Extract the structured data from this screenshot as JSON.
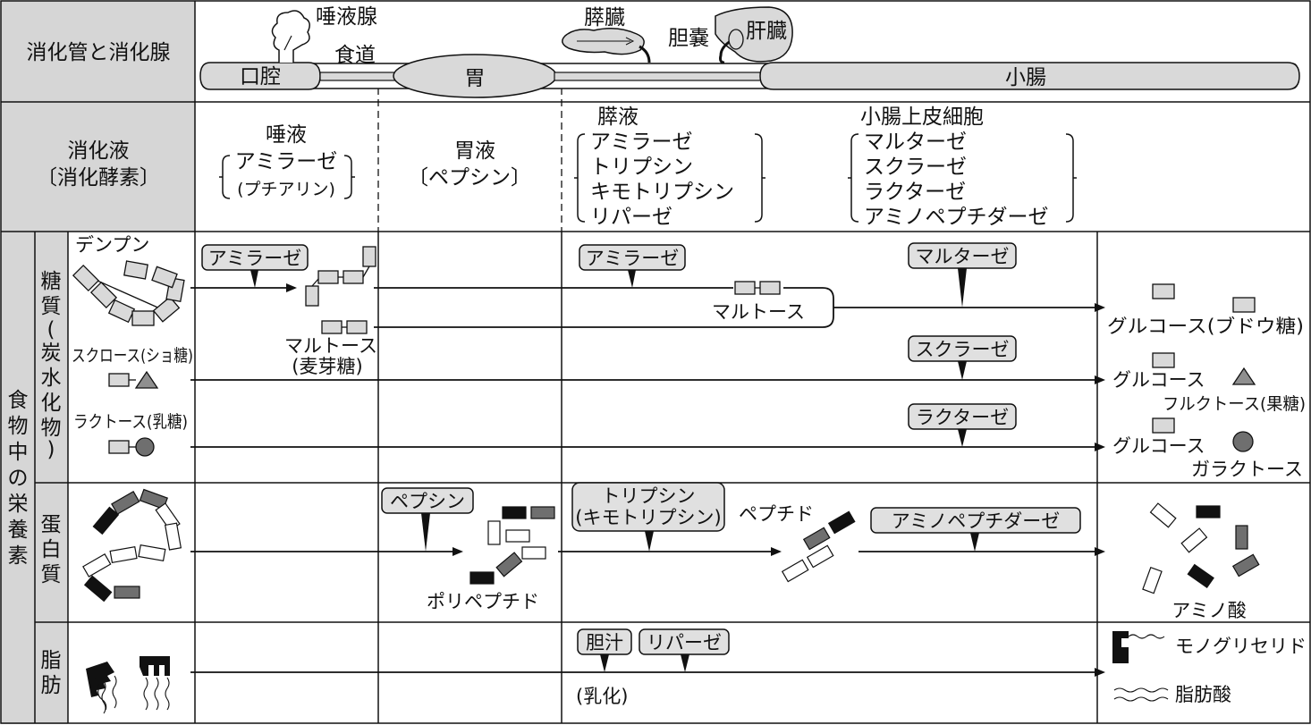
{
  "headers": {
    "canal": "消化管と消化腺",
    "fluid_line1": "消化液",
    "fluid_line2": "〔消化酵素〕",
    "nutrients": [
      "食",
      "物",
      "中",
      "の",
      "栄",
      "養",
      "素"
    ]
  },
  "organs": {
    "salivary_gland": "唾液腺",
    "esophagus": "食道",
    "mouth": "口腔",
    "stomach": "胃",
    "pancreas": "膵臓",
    "gallbladder": "胆嚢",
    "liver": "肝臓",
    "small_intestine": "小腸"
  },
  "fluids": {
    "saliva": {
      "title": "唾液",
      "enzyme": "アミラーゼ",
      "alias": "(プチアリン)"
    },
    "gastric": {
      "title": "胃液",
      "enzyme": "〔ペプシン〕"
    },
    "pancreatic": {
      "title": "膵液",
      "enzymes": [
        "アミラーゼ",
        "トリプシン",
        "キモトリプシン",
        "リパーゼ"
      ]
    },
    "intestinal": {
      "title": "小腸上皮細胞",
      "enzymes": [
        "マルターゼ",
        "スクラーゼ",
        "ラクターゼ",
        "アミノペプチダーゼ"
      ]
    }
  },
  "categories": {
    "carbs": [
      "糖",
      "質",
      "(",
      "炭",
      "水",
      "化",
      "物",
      ")"
    ],
    "protein": [
      "蛋",
      "白",
      "質"
    ],
    "fat": [
      "脂",
      "肪"
    ]
  },
  "substances": {
    "starch": "デンプン",
    "sucrose": "スクロース(ショ糖)",
    "lactose": "ラクトース(乳糖)",
    "maltose_1": "マルトース",
    "maltose_2": "(麦芽糖)",
    "maltose_mid": "マルトース",
    "glucose_1": "グルコース(ブドウ糖)",
    "glucose_2": "グルコース",
    "fructose": "フルクトース(果糖)",
    "glucose_3": "グルコース",
    "galactose": "ガラクトース",
    "polypeptide": "ポリペプチド",
    "peptide": "ペプチド",
    "amino_acid": "アミノ酸",
    "emulsify": "(乳化)",
    "monoglyceride": "モノグリセリド",
    "fatty_acid": "脂肪酸"
  },
  "enzyme_tags": {
    "amylase_saliva": "アミラーゼ",
    "amylase_pancreas": "アミラーゼ",
    "maltase": "マルターゼ",
    "sucrase": "スクラーゼ",
    "lactase": "ラクターゼ",
    "pepsin": "ペプシン",
    "trypsin_1": "トリプシン",
    "trypsin_2": "(キモトリプシン)",
    "aminopeptidase": "アミノペプチダーゼ",
    "bile": "胆汁",
    "lipase": "リパーゼ"
  },
  "colors": {
    "header_bg": "#d6d6d6",
    "organ_fill": "#d9d9d9",
    "tag_fill": "#e0e0e0",
    "dark_residue": "#111111",
    "gray_residue": "#6f6f6f"
  }
}
